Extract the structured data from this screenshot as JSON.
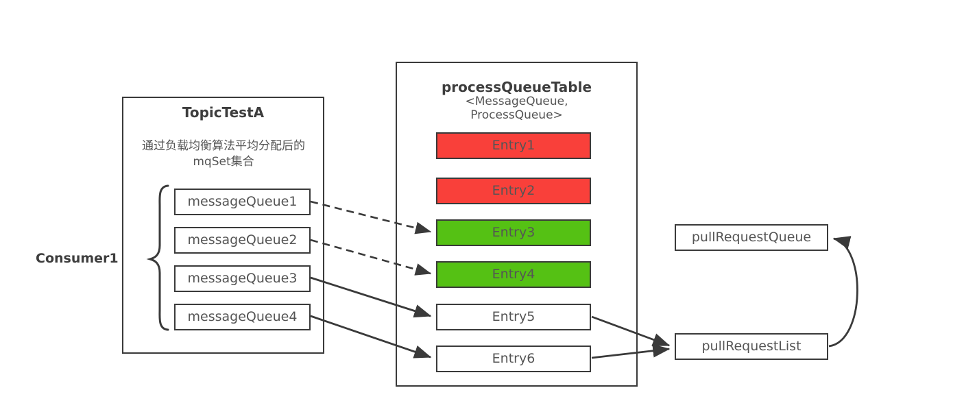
{
  "diagram": {
    "title_left": "TopicTestA",
    "consumer_label": "Consumer1",
    "caption_cn_line1": "通过负载均衡算法平均分配后的",
    "caption_cn_line2": "mqSet集合",
    "process_queue_table": {
      "title": "processQueueTable",
      "generic_line1": "<MessageQueue,",
      "generic_line2": "ProcessQueue>"
    },
    "message_queues": [
      {
        "label": "messageQueue1"
      },
      {
        "label": "messageQueue2"
      },
      {
        "label": "messageQueue3"
      },
      {
        "label": "messageQueue4"
      }
    ],
    "entries": [
      {
        "label": "Entry1",
        "fill": "#f9403a",
        "state": "red"
      },
      {
        "label": "Entry2",
        "fill": "#f9403a",
        "state": "red"
      },
      {
        "label": "Entry3",
        "fill": "#55c114",
        "state": "green"
      },
      {
        "label": "Entry4",
        "fill": "#55c114",
        "state": "green"
      },
      {
        "label": "Entry5",
        "fill": "#ffffff",
        "state": "white"
      },
      {
        "label": "Entry6",
        "fill": "#ffffff",
        "state": "white"
      }
    ],
    "pull_request_queue": "pullRequestQueue",
    "pull_request_list": "pullRequestList",
    "colors": {
      "stroke": "#3a3a3a",
      "text": "#555555",
      "red": "#f9403a",
      "green": "#55c114",
      "background": "#ffffff"
    }
  }
}
